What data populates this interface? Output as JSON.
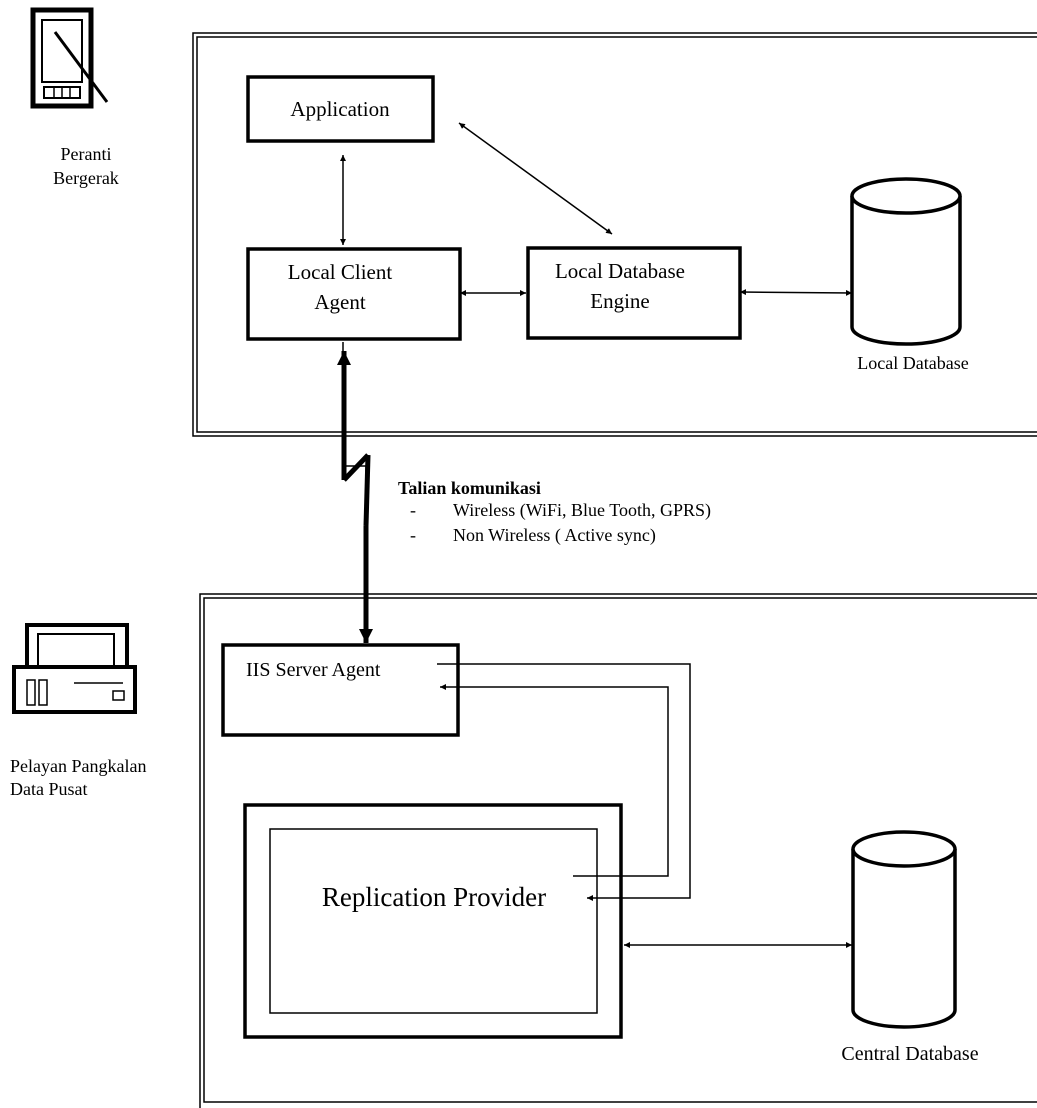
{
  "mobile_device": {
    "icon": "pda-icon",
    "label_line1": "Peranti",
    "label_line2": "Bergerak"
  },
  "server": {
    "icon": "desktop-computer-icon",
    "label_line1": "Pelayan Pangkalan",
    "label_line2": "Data Pusat"
  },
  "nodes": {
    "application": "Application",
    "local_client_agent_line1": "Local Client",
    "local_client_agent_line2": "Agent",
    "local_db_engine_line1": "Local Database",
    "local_db_engine_line2": "Engine",
    "local_database": "Local Database",
    "iis_server_agent": "IIS Server Agent",
    "replication_provider": "Replication Provider",
    "central_database": "Central Database"
  },
  "communication": {
    "title": "Talian komunikasi",
    "bullet": "-",
    "items": [
      "Wireless (WiFi, Blue Tooth, GPRS)",
      "Non Wireless ( Active sync)"
    ]
  }
}
